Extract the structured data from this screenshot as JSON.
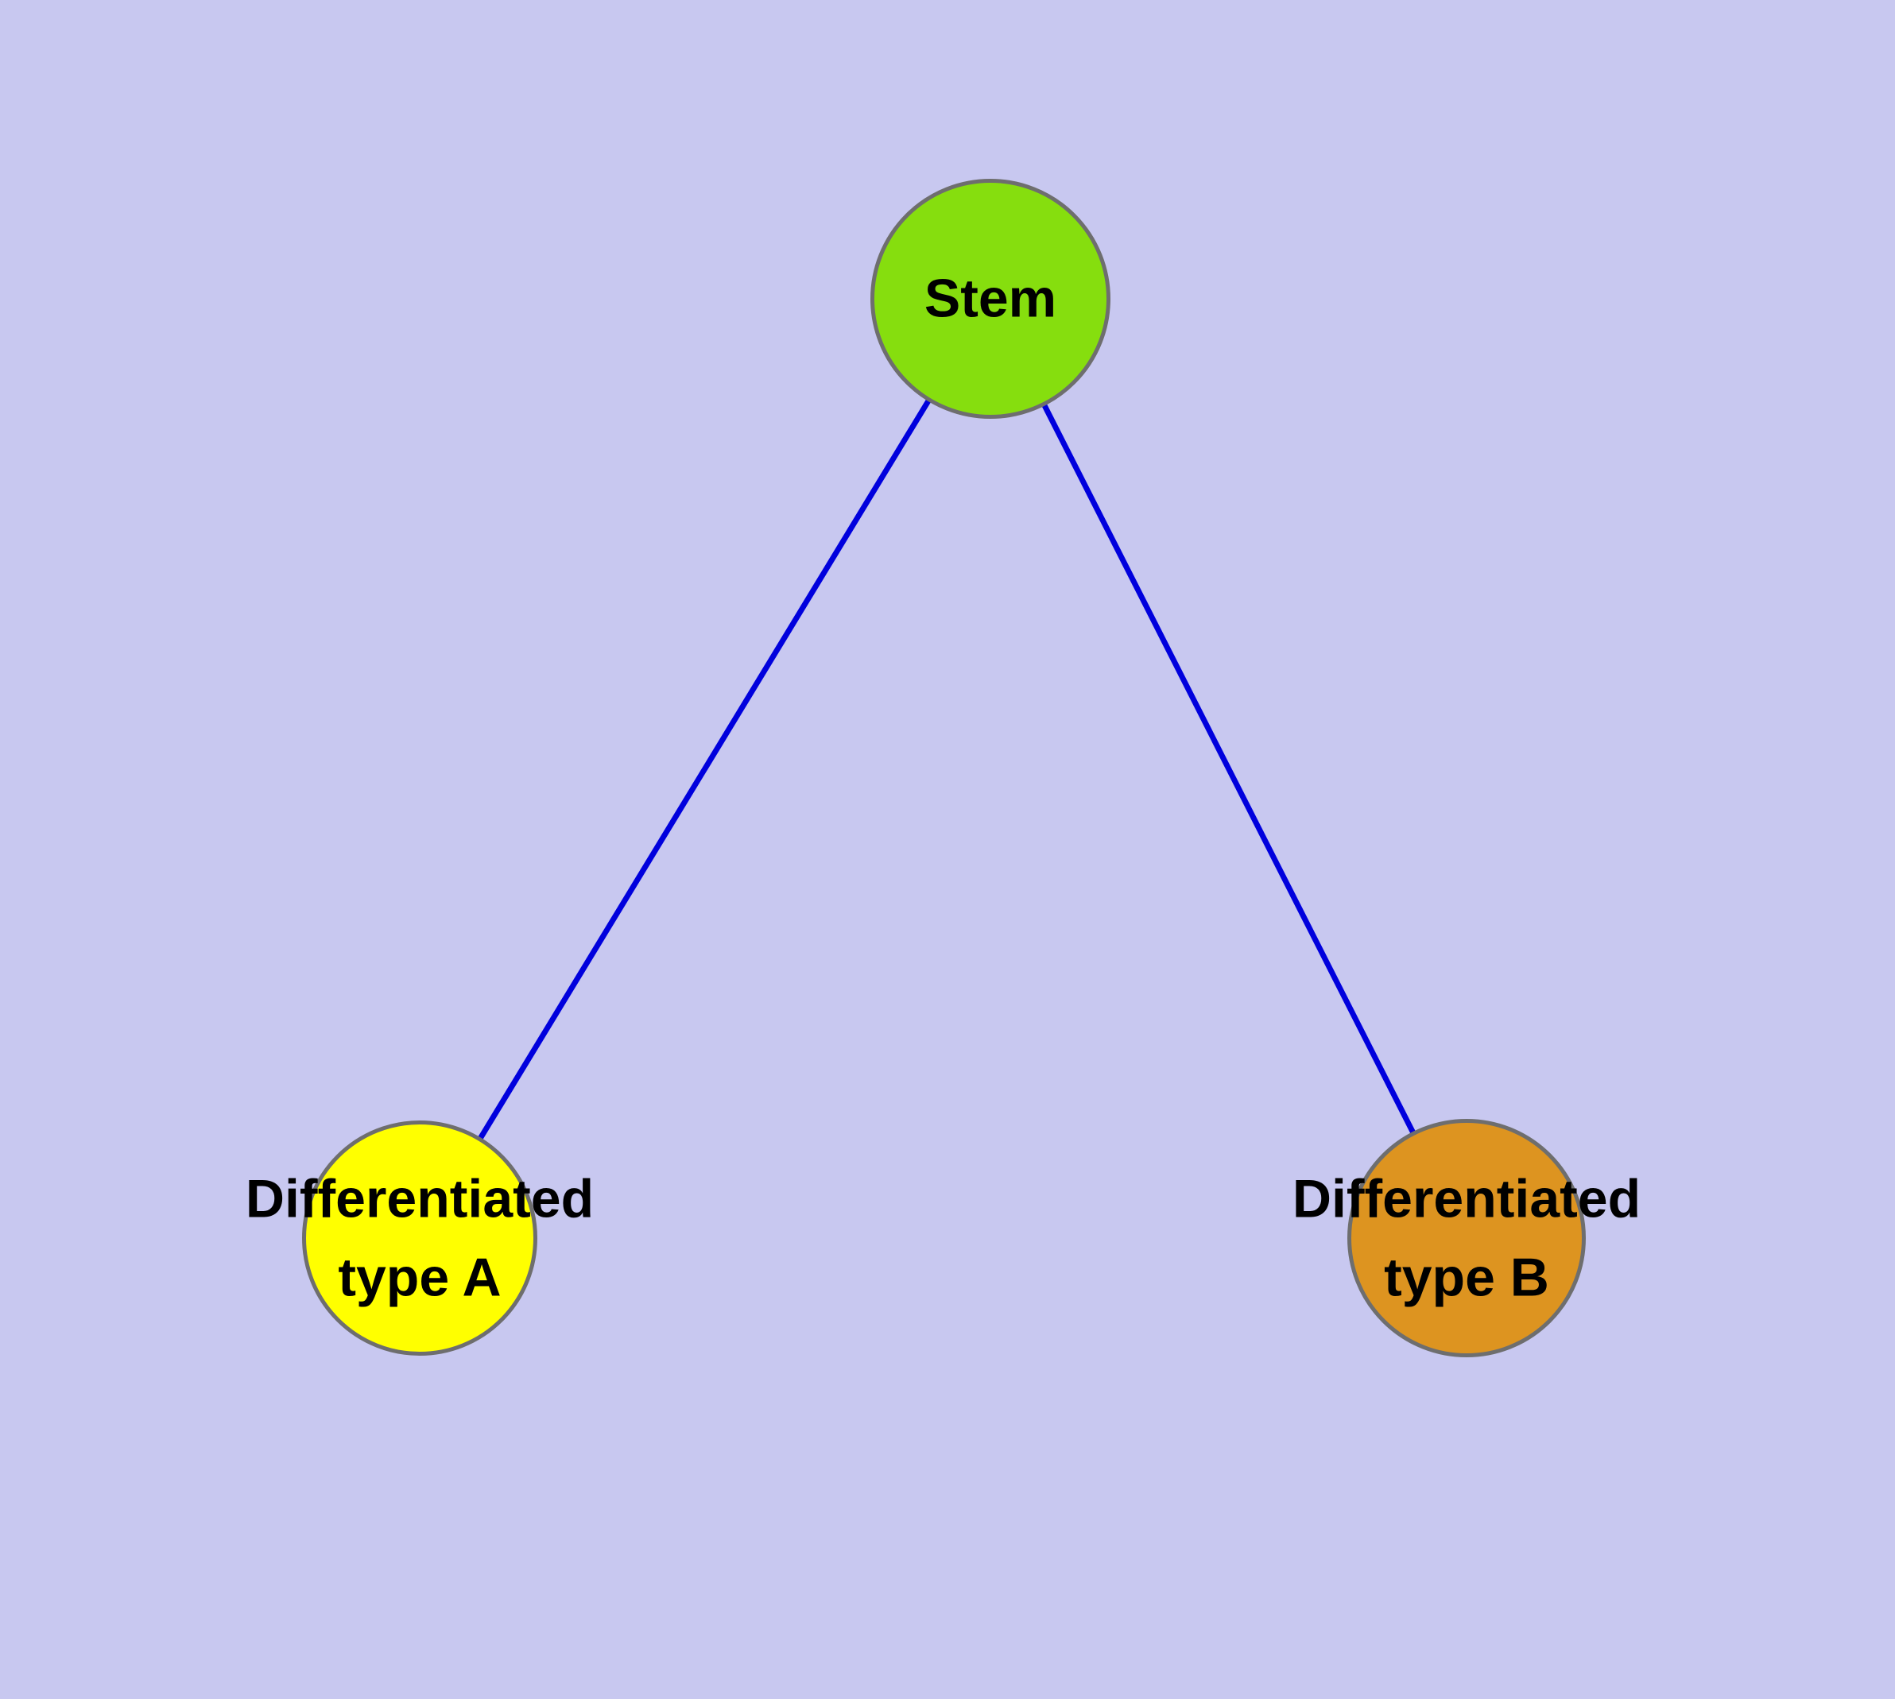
{
  "diagram": {
    "background_color": "#c8c8f0",
    "edge_color": "#0000dd",
    "node_border_color": "#6e6e6e",
    "nodes": [
      {
        "id": "stem",
        "label": "Stem",
        "color": "#86de0e"
      },
      {
        "id": "differentiated-type-a",
        "label": "Differentiated\ntype A",
        "color": "#ffff00"
      },
      {
        "id": "differentiated-type-b",
        "label": "Differentiated\ntype B",
        "color": "#dd9420"
      }
    ],
    "edges": [
      {
        "from": "stem",
        "to": "differentiated-type-a"
      },
      {
        "from": "stem",
        "to": "differentiated-type-b"
      }
    ]
  }
}
